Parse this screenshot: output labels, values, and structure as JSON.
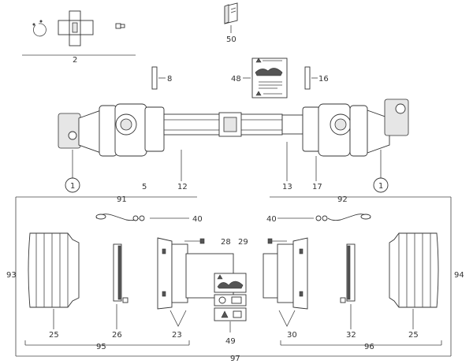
{
  "diagram": {
    "callouts": {
      "c2": "2",
      "c50": "50",
      "c8": "8",
      "c48": "48",
      "c16": "16",
      "c1a": "1",
      "c5": "5",
      "c12": "12",
      "c13": "13",
      "c17": "17",
      "c1b": "1",
      "c91": "91",
      "c92": "92",
      "c40a": "40",
      "c40b": "40",
      "c28": "28",
      "c29": "29",
      "c93": "93",
      "c94": "94",
      "c25a": "25",
      "c26": "26",
      "c23": "23",
      "c49": "49",
      "c30": "30",
      "c32": "32",
      "c25b": "25",
      "c95": "95",
      "c96": "96",
      "c97": "97"
    },
    "colors": {
      "stroke": "#333333",
      "part_fill": "#ffffff",
      "shade_fill": "#e6e6e6",
      "label": "#333333"
    }
  }
}
